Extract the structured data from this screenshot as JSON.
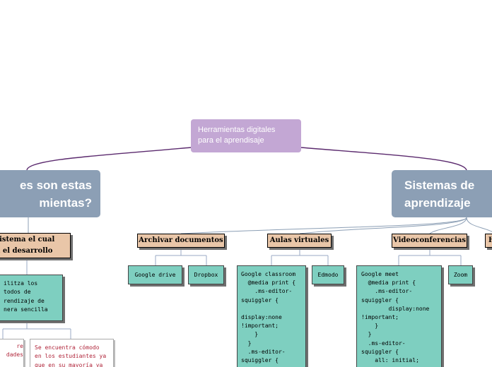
{
  "map": {
    "root": {
      "line1": "Herramientas digitales",
      "line2": "para el aprendisaje"
    },
    "left_main": {
      "line1": "es son estas",
      "line2": "mientas?"
    },
    "left_category": {
      "line1": "n sistema el cual",
      "line2": "ita el desarrollo"
    },
    "left_leaf": "ilitza los\ntodos de\nrendizaje de\nnera sencilla",
    "left_note_1": "re\ndades",
    "left_note_2": "Se encuentra cómodo\nen los estudiantes ya\nque en su mayoría ya",
    "right_main": {
      "line1": "Sistemas de",
      "line2": "aprendizaje"
    },
    "categories": [
      {
        "label": "Archivar documentos"
      },
      {
        "label": "Aulas virtuales"
      },
      {
        "label": "Videoconferencias"
      },
      {
        "label": "H"
      }
    ],
    "leaves": {
      "google_drive": "Google drive",
      "dropbox": "Dropbox",
      "edmodo": "Edmodo",
      "zoom": "Zoom",
      "google_classroom": "Google classroom\n  @media print {\n    .ms-editor-\nsquiggler {\n\ndisplay:none\n!important;\n    }\n  }\n  .ms-editor-\nsquiggler {",
      "google_meet": "Google meet\n  @media print {\n    .ms-editor-\nsquiggler {\n        display:none\n!important;\n    }\n  }\n  .ms-editor-\nsquiggler {\n    all: initial;"
    }
  },
  "colors": {
    "root": "#c3a7d4",
    "main_topic": "#8c9fb5",
    "category": "#e9c6a8",
    "leaf": "#7ecfc0",
    "root_link": "#5b2a6e",
    "leaf_link": "#9aa8c4",
    "note_text": "#b0253a"
  }
}
